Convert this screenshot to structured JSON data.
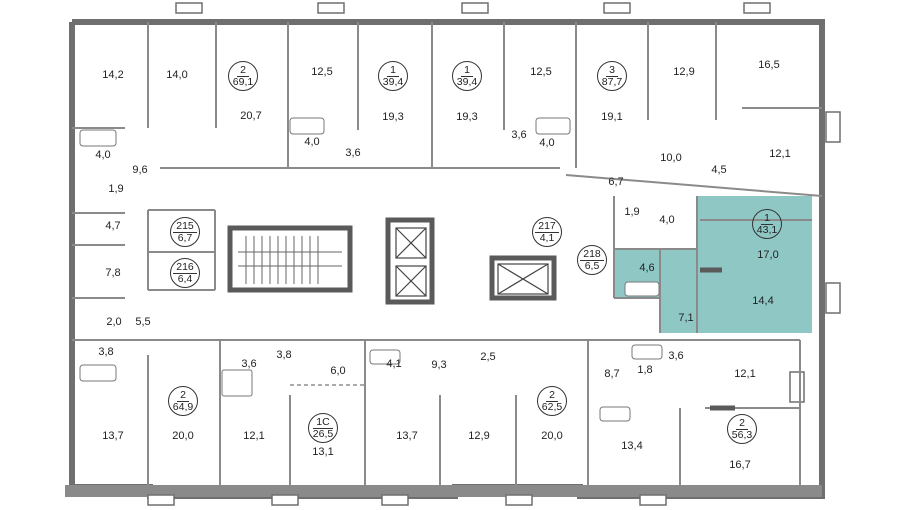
{
  "colors": {
    "wall": "#6f6f6f",
    "highlight": "#8fc7c5",
    "line": "#8a8a8a"
  },
  "badges": [
    {
      "id": "b1",
      "num": "2",
      "area": "69,1"
    },
    {
      "id": "b2",
      "num": "1",
      "area": "39,4"
    },
    {
      "id": "b3",
      "num": "1",
      "area": "39,4"
    },
    {
      "id": "b4",
      "num": "3",
      "area": "87,7"
    },
    {
      "id": "b5",
      "num": "215",
      "area": "6,7"
    },
    {
      "id": "b6",
      "num": "216",
      "area": "6,4"
    },
    {
      "id": "b7",
      "num": "217",
      "area": "4,1"
    },
    {
      "id": "b8",
      "num": "218",
      "area": "6,5"
    },
    {
      "id": "b9",
      "num": "1",
      "area": "43,1"
    },
    {
      "id": "b10",
      "num": "2",
      "area": "64,9"
    },
    {
      "id": "b11",
      "num": "1С",
      "area": "26,5"
    },
    {
      "id": "b12",
      "num": "2",
      "area": "62,5"
    },
    {
      "id": "b13",
      "num": "2",
      "area": "56,3"
    }
  ],
  "rooms": [
    "14,2",
    "14,0",
    "20,7",
    "12,5",
    "19,3",
    "19,3",
    "12,5",
    "19,1",
    "12,9",
    "16,5",
    "4,0",
    "9,6",
    "1,9",
    "4,0",
    "3,6",
    "3,6",
    "4,0",
    "10,0",
    "4,5",
    "12,1",
    "6,7",
    "1,9",
    "4,0",
    "17,0",
    "4,7",
    "4,6",
    "7,8",
    "14,4",
    "2,0",
    "5,5",
    "7,1",
    "3,8",
    "3,6",
    "3,8",
    "6,0",
    "4,1",
    "9,3",
    "2,5",
    "8,7",
    "1,8",
    "3,6",
    "12,1",
    "13,7",
    "20,0",
    "12,1",
    "13,1",
    "13,7",
    "12,9",
    "20,0",
    "13,4",
    "16,7"
  ]
}
